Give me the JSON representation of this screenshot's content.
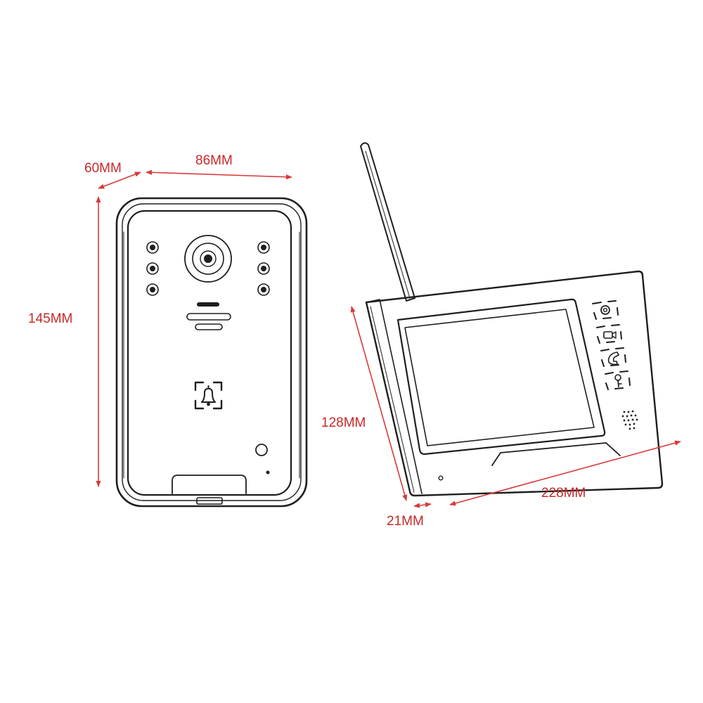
{
  "dimensions": {
    "doorbell_depth": "60MM",
    "doorbell_width": "86MM",
    "doorbell_height": "145MM",
    "monitor_height": "128MM",
    "monitor_depth": "21MM",
    "monitor_width": "228MM"
  },
  "colors": {
    "dimension": "#c62828",
    "ink": "#1e1e1e",
    "background": "#ffffff"
  },
  "icons": {
    "doorbell_button": "bell-icon",
    "monitor_buttons": [
      "gear-icon",
      "camera-icon",
      "phone-icon",
      "unlock-icon"
    ]
  }
}
